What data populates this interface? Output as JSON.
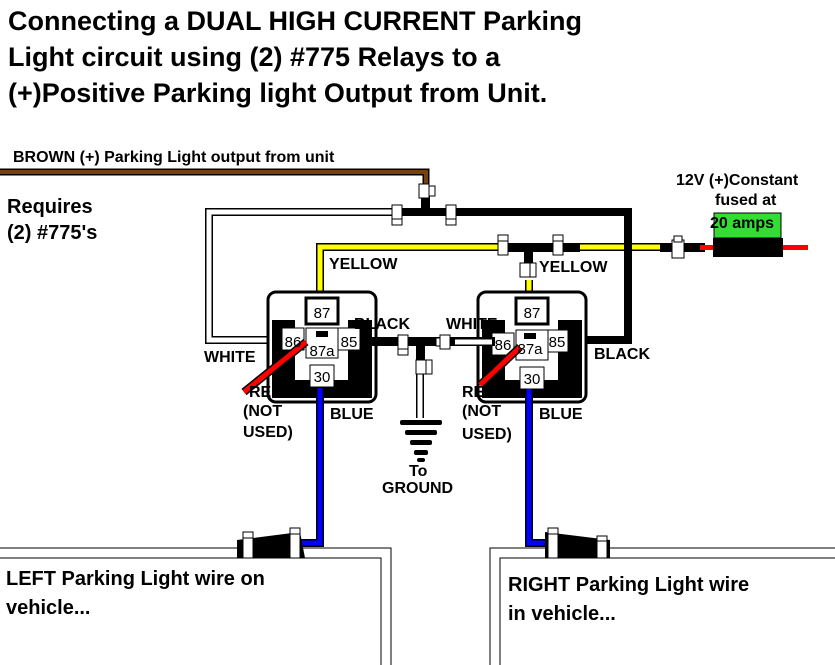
{
  "title": {
    "line1": "Connecting a DUAL HIGH CURRENT Parking",
    "line2": "Light circuit using (2) #775 Relays to a",
    "line3": "(+)Positive Parking light Output from Unit."
  },
  "labels": {
    "brown_wire": "BROWN (+) Parking Light output from unit",
    "requires_line1": "Requires",
    "requires_line2": "(2) #775's",
    "constant_line1": "12V (+)Constant",
    "constant_line2": "fused at",
    "fuse_rating": "20 amps",
    "yellow_left": "YELLOW",
    "yellow_right": "YELLOW",
    "black_left": "BLACK",
    "black_right": "BLACK",
    "white_left": "WHITE",
    "white_right": "WHITE",
    "red_left_1": "RED",
    "red_left_2": "(NOT",
    "red_left_3": "USED)",
    "red_right_1": "RED",
    "red_right_2": "(NOT",
    "red_right_3": "USED)",
    "blue_left": "BLUE",
    "blue_right": "BLUE",
    "ground_1": "To",
    "ground_2": "GROUND",
    "left_box_1": "LEFT Parking Light wire on",
    "left_box_2": "vehicle...",
    "right_box_1": "RIGHT Parking Light wire",
    "right_box_2": "in vehicle..."
  },
  "relay_pins": [
    "87",
    "86",
    "87a",
    "85",
    "30"
  ],
  "wire_colors": {
    "brown": "#7a3f0a",
    "yellow": "#ffff00",
    "black": "#000000",
    "white": "#ffffff",
    "red": "#ff0000",
    "blue": "#0000ff",
    "fuse_green": "#33dd33"
  }
}
